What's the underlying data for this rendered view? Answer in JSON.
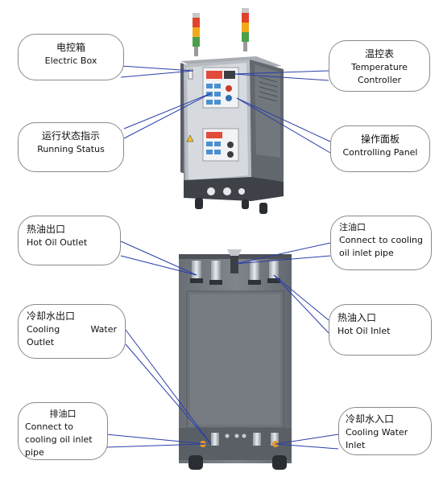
{
  "callouts": {
    "electric_box": {
      "cn": "电控箱",
      "en": "Electric Box"
    },
    "temp_controller": {
      "cn": "温控表",
      "en": "Temperature Controller"
    },
    "running_status": {
      "cn": "运行状态指示",
      "en": "Running Status"
    },
    "controlling_panel": {
      "cn": "操作面板",
      "en": "Controlling Panel"
    },
    "hot_oil_outlet": {
      "cn": "热油出口",
      "en": "Hot Oil Outlet"
    },
    "oil_inlet_top": {
      "cn": "注油口",
      "en": "Connect to cooling oil inlet pipe"
    },
    "cooling_water_outlet": {
      "cn": "冷却水出口",
      "en": "Cooling Water Outlet"
    },
    "hot_oil_inlet": {
      "cn": "热油入口",
      "en": "Hot Oil Inlet"
    },
    "drain_port": {
      "cn": "排油口",
      "en": "Connect to cooling oil inlet pipe"
    },
    "cooling_water_inlet": {
      "cn": "冷却水入口",
      "en": "Cooling Water Inlet"
    }
  },
  "colors": {
    "machine_body": "#7d8289",
    "machine_dark": "#3d4147",
    "panel": "#d9dde2",
    "leader_line": "#2a3fa8",
    "callout_border": "#8a8a8a"
  },
  "icons": [
    "signal-light-icon",
    "caster-wheel-icon",
    "pipe-fitting-icon"
  ]
}
